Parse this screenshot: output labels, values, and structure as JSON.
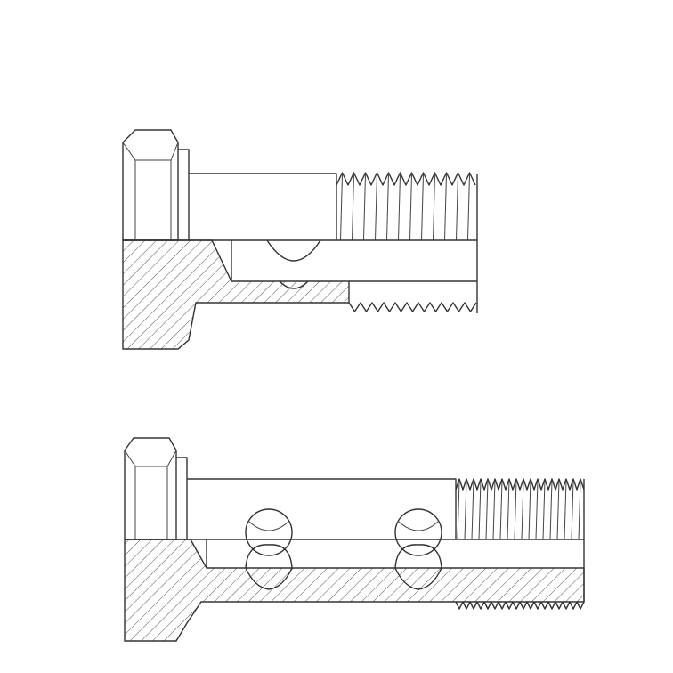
{
  "drawing": {
    "views": [
      {
        "name": "single-hole-banjo-bolt",
        "cross_holes": 1
      },
      {
        "name": "double-hole-banjo-bolt",
        "cross_holes": 2
      }
    ],
    "colors": {
      "line": "#333333",
      "hatch": "#555555",
      "background": "#ffffff"
    }
  }
}
